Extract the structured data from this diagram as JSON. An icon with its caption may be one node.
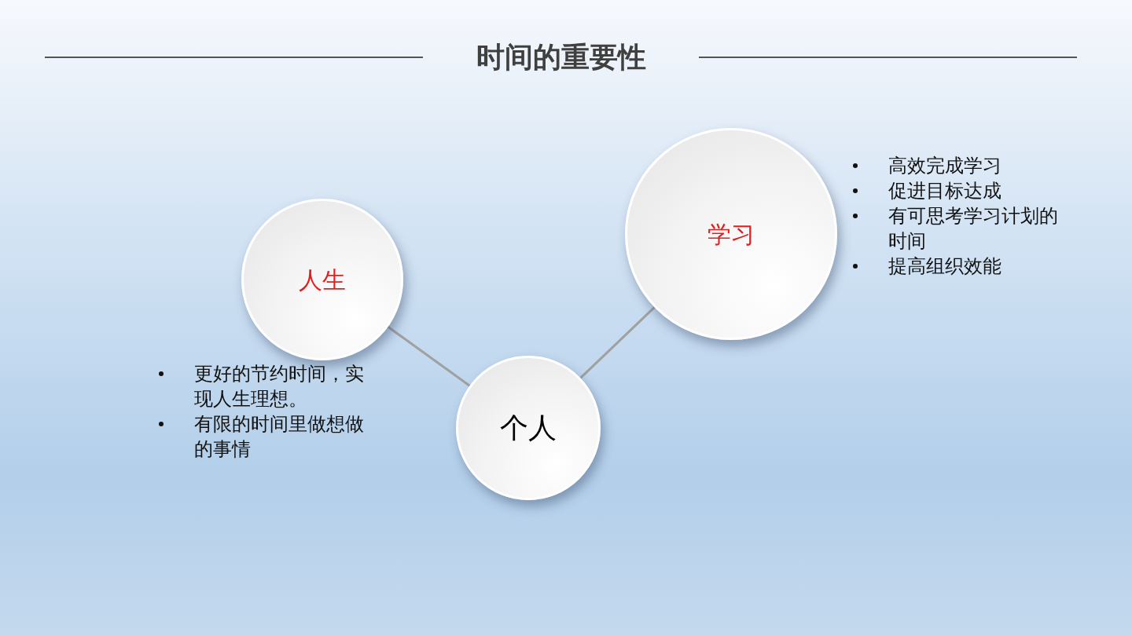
{
  "diagram": {
    "title": "时间的重要性",
    "nodes": [
      {
        "text": [
          "人生"
        ],
        "beside": [
          "更好的节约时间，实现人生理想。",
          "有限的时间里做想做的事情"
        ]
      },
      {
        "text": [
          "学习"
        ],
        "beside": [
          "高效完成学习",
          "促进目标达成",
          "有可思考学习计划的时间",
          "提高组织效能"
        ]
      },
      {
        "text": [
          "个人"
        ]
      }
    ],
    "edges": [
      {
        "from": 2,
        "to": 0,
        "arrow": "none"
      },
      {
        "from": 2,
        "to": 1,
        "arrow": "none"
      }
    ]
  }
}
